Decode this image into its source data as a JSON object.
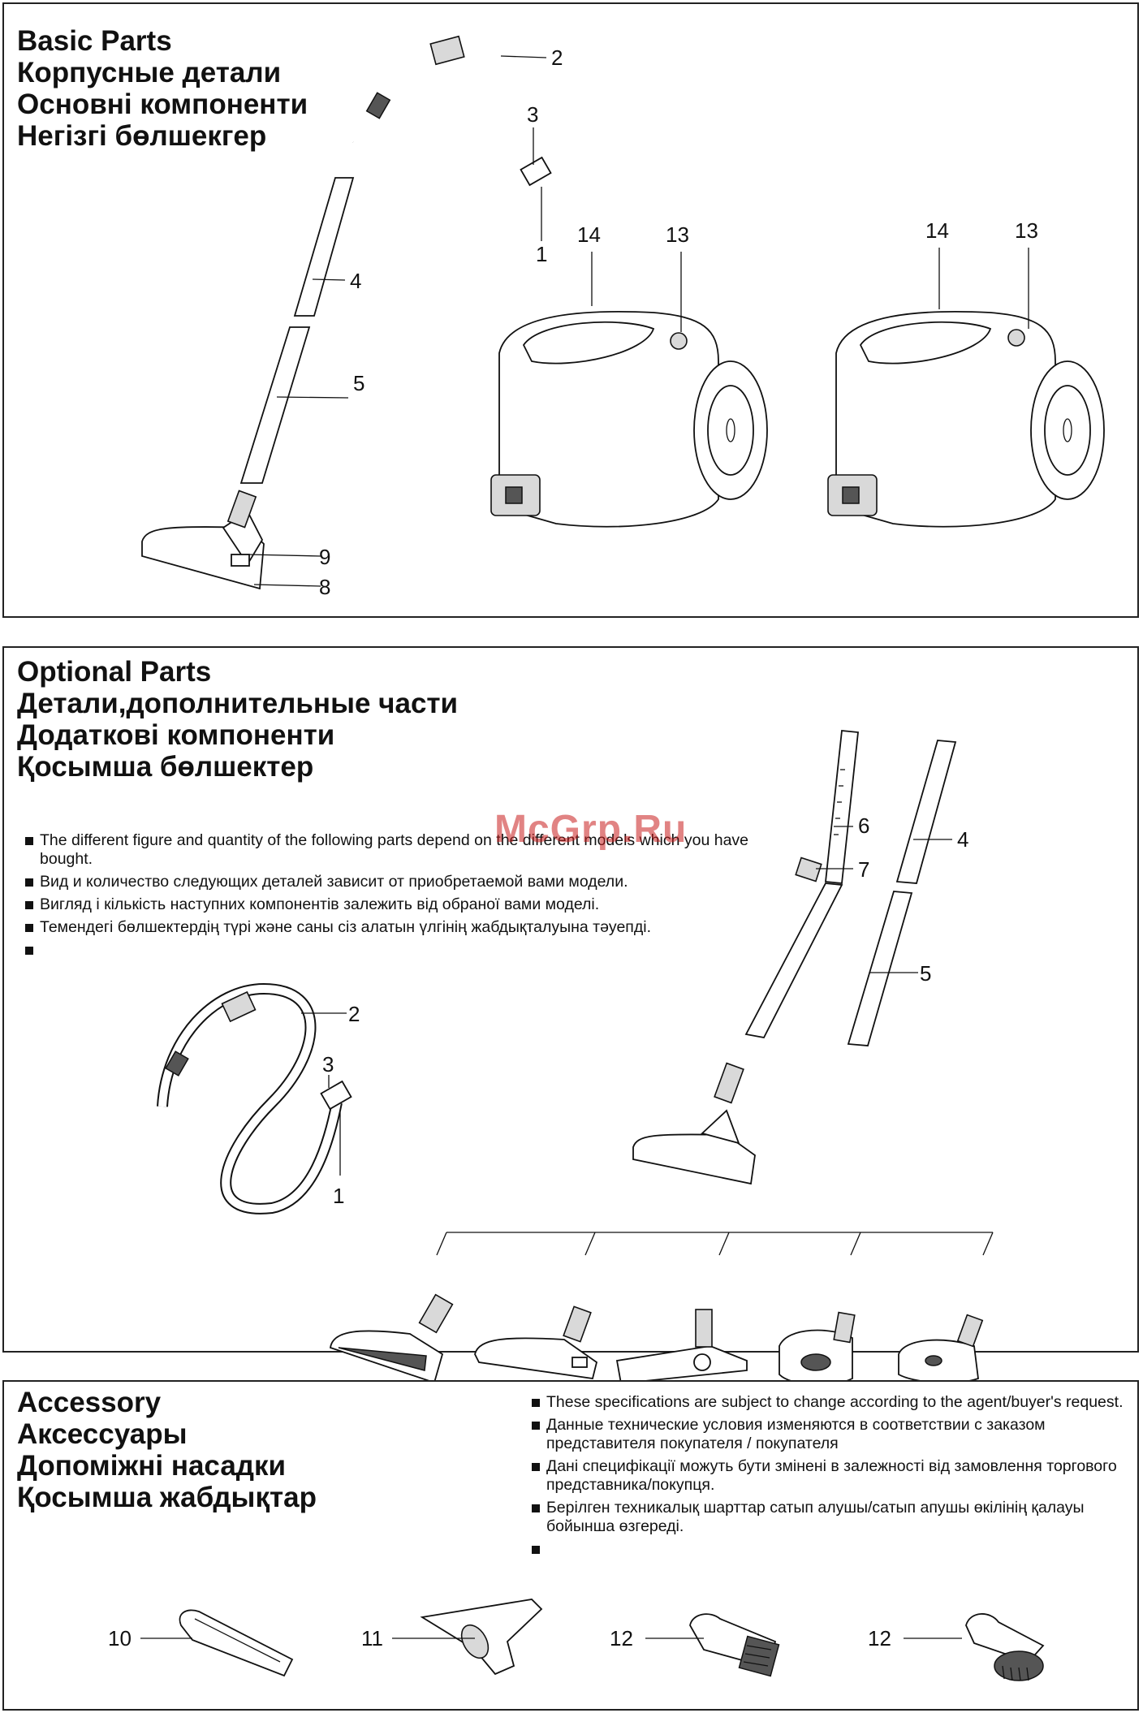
{
  "basic_parts": {
    "title_lines": [
      "Basic Parts",
      "Корпусные детали",
      "Основні компоненти",
      "Негізгі бөлшекгер"
    ],
    "callouts": [
      "2",
      "3",
      "1",
      "4",
      "5",
      "9",
      "8",
      "14",
      "13",
      "14",
      "13"
    ]
  },
  "optional_parts": {
    "title_lines": [
      "Optional Parts",
      "Детали,дополнительные части",
      "Додаткові компоненти",
      "Қосымша бөлшектер"
    ],
    "notes": [
      "The different figure and quantity of the following parts depend on the different models which you have bought.",
      "Вид и количество следующих деталей зависит от приобретаемой вами модели.",
      "Вигляд і кількість наступних компонентів залежить від обраної вами моделі.",
      "Темендегі бөлшектердің түрі және саны сіз алатын үлгінің жабдықталуына тәуепді.",
      ""
    ],
    "watermark": "McGrp.Ru",
    "callouts": [
      "6",
      "7",
      "4",
      "5",
      "2",
      "3",
      "1"
    ]
  },
  "accessory": {
    "title_lines": [
      "Accessory",
      "Аксессуары",
      "Допоміжні насадки",
      "Қосымша жабдықтар"
    ],
    "notes": [
      "These specifications are subject to change according to the agent/buyer's request.",
      "Данные технические условия изменяются в соответствии с заказом представителя покупателя / покупателя",
      "Дані специфікації можуть бути змінені в залежності від замовлення торгового представника/покупця.",
      "Берілген техникалық шарттар сатып алушы/сатып апушы өкілінің қалауы бойынша өзгереді.",
      ""
    ],
    "callouts": [
      "10",
      "11",
      "12",
      "12"
    ]
  }
}
